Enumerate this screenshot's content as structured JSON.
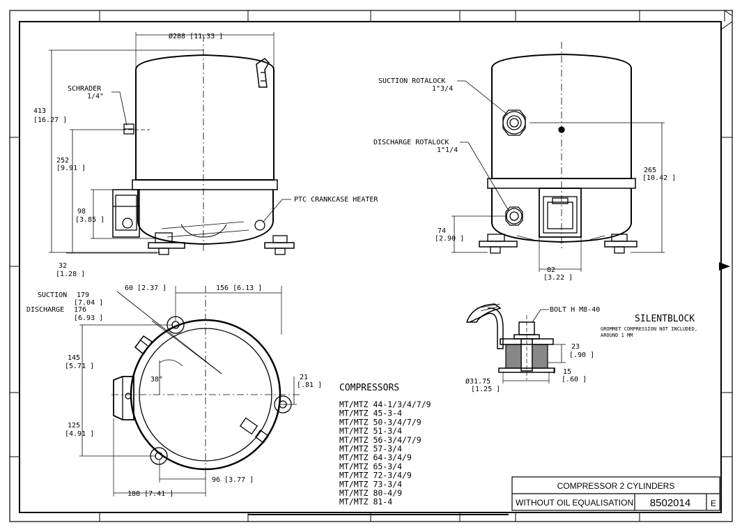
{
  "side_view": {
    "diameter_dim": "Ø288 [11.33 ]",
    "schrader_label": "SCHRADER",
    "schrader_size": "1/4\"",
    "height_total": "413",
    "height_total_in": "[16.27 ]",
    "height_mid": "252",
    "height_mid_in": "[9.91 ]",
    "height_low": "98",
    "height_low_in": "[3.85 ]",
    "height_base": "32",
    "height_base_in": "[1.28 ]",
    "heater_label": "PTC CRANKCASE HEATER"
  },
  "front_view": {
    "suction_label": "SUCTION ROTALOCK",
    "suction_size": "1\"3/4",
    "discharge_label": "DISCHARGE ROTALOCK",
    "discharge_size": "1\"1/4",
    "height_right": "265",
    "height_right_in": "[10.42 ]",
    "height_disc": "74",
    "height_disc_in": "[2.90 ]",
    "width_box": "82",
    "width_box_in": "[3.22 ]"
  },
  "top_view": {
    "dim_60": "60 [2.37 ]",
    "dim_156": "156 [6.13 ]",
    "suction_label": "SUCTION",
    "suction_val": "179",
    "suction_in": "[7.04 ]",
    "discharge_label": "DISCHARGE",
    "discharge_val": "176",
    "discharge_in": "[6.93 ]",
    "dim_145": "145",
    "dim_145_in": "[5.71 ]",
    "angle": "38°",
    "dim_21": "21",
    "dim_21_in": "[.81 ]",
    "dim_125": "125",
    "dim_125_in": "[4.91 ]",
    "dim_96": "96 [3.77 ]",
    "dim_188": "188 [7.41 ]"
  },
  "silentblock": {
    "bolt_label": "BOLT H M8-40",
    "title": "SILENTBLOCK",
    "note_line1": "GROMMET COMPRESSION NOT INCLUDED,",
    "note_line2": "AROUND 1 MM",
    "dim_23": "23",
    "dim_23_in": "[.90 ]",
    "dim_15": "15",
    "dim_15_in": "[.60 ]",
    "dim_dia": "Ø31.75",
    "dim_dia_in": "[1.25 ]"
  },
  "compressors": {
    "heading": "COMPRESSORS",
    "models": [
      "MT/MTZ  44-1/3/4/7/9",
      "MT/MTZ  45-3-4",
      "MT/MTZ  50-3/4/7/9",
      "MT/MTZ  51-3/4",
      "MT/MTZ  56-3/4/7/9",
      "MT/MTZ  57-3/4",
      "MT/MTZ  64-3/4/9",
      "MT/MTZ  65-3/4",
      "MT/MTZ  72-3/4/9",
      "MT/MTZ  73-3/4",
      "MT/MTZ  80-4/9",
      "MT/MTZ  81-4"
    ]
  },
  "title_block": {
    "title": "COMPRESSOR 2 CYLINDERS",
    "subtitle": "WITHOUT OIL EQUALISATION",
    "drawing_number": "8502014",
    "revision": "E"
  }
}
